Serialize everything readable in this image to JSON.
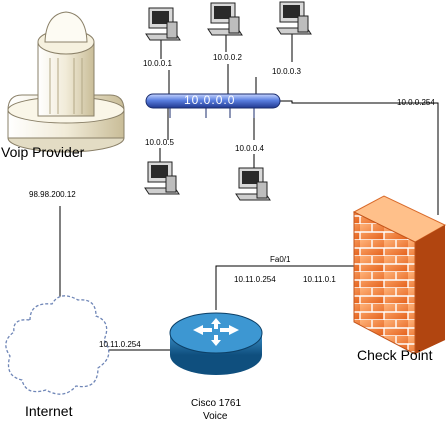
{
  "network": {
    "hub_label": "10.0.0.0",
    "pcs": [
      {
        "ip": "10.0.0.1"
      },
      {
        "ip": "10.0.0.2"
      },
      {
        "ip": "10.0.0.3"
      },
      {
        "ip": "10.0.0.5"
      },
      {
        "ip": "10.0.0.4"
      }
    ]
  },
  "voip": {
    "name": "Voip Provider",
    "ip": "98.98.200.12"
  },
  "firewall": {
    "name": "Check Point",
    "lan_ip": "10.0.0.254",
    "wan_ip": "10.11.0.1"
  },
  "router": {
    "name_line1": "Cisco 1761",
    "name_line2": "Voice",
    "interface": "Fa0/1",
    "interface_ip": "10.11.0.254",
    "internet_side_ip": "10.11.0.254"
  },
  "internet": {
    "name": "Internet"
  },
  "colors": {
    "firewall_orange": "#f07a2a",
    "router_blue": "#1a6fa3",
    "hub_blue": "#3d63c9",
    "cloud_stroke": "#6f86b7"
  }
}
